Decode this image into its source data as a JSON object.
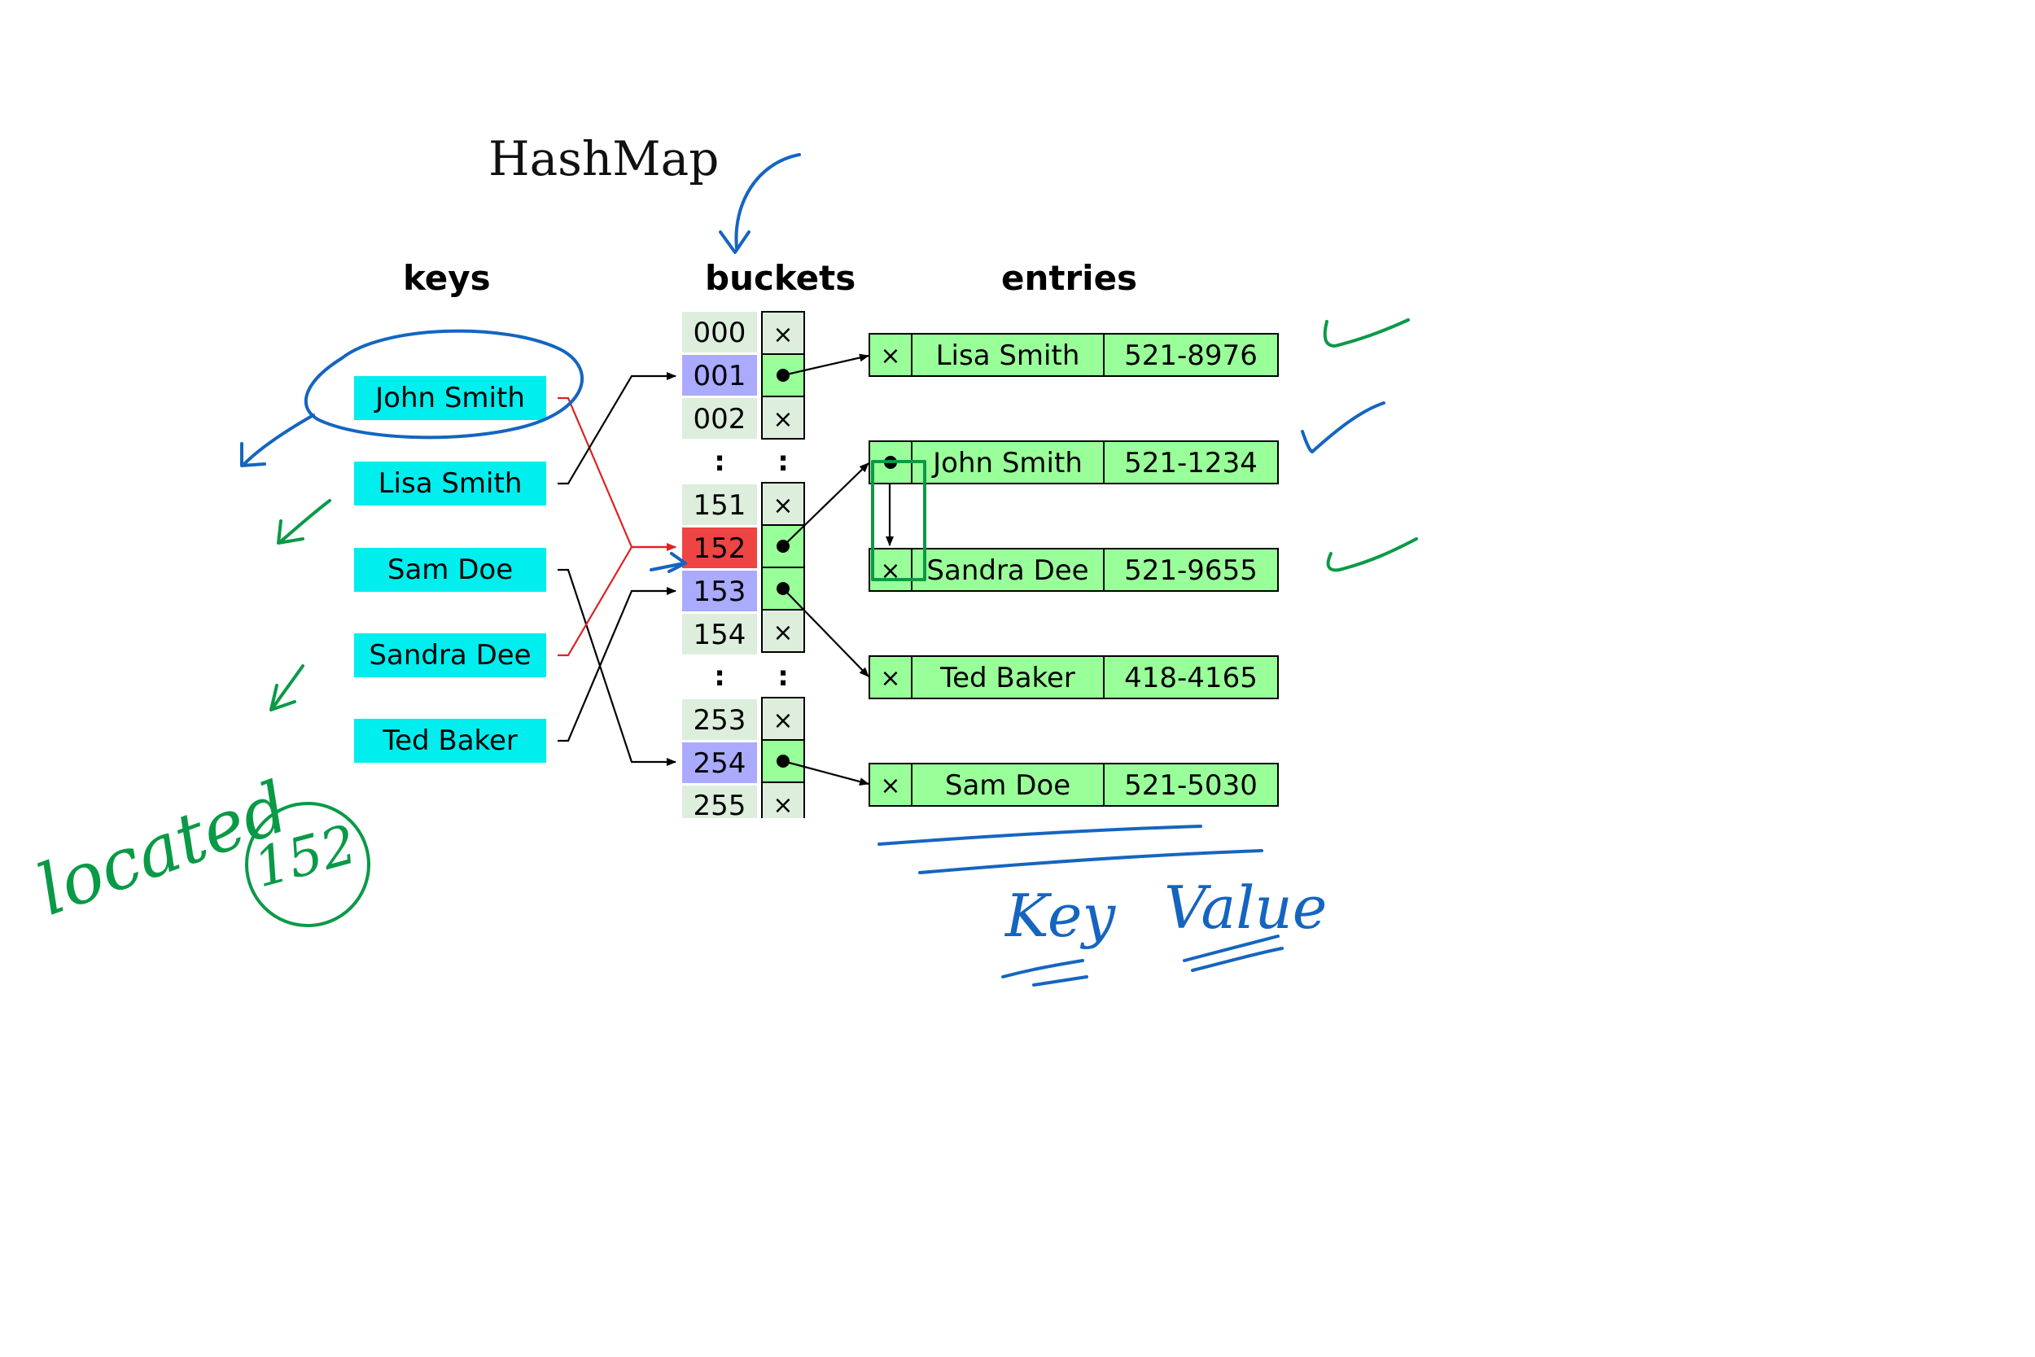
{
  "annotation": {
    "title": "HashMap",
    "key_label": "Key",
    "value_label": "Value",
    "note_word": "located",
    "note_number": "152"
  },
  "headers": {
    "keys": "keys",
    "buckets": "buckets",
    "entries": "entries"
  },
  "keys": [
    "John Smith",
    "Lisa Smith",
    "Sam Doe",
    "Sandra Dee",
    "Ted Baker"
  ],
  "buckets": [
    {
      "index": "000",
      "state": "empty",
      "pointer": "×"
    },
    {
      "index": "001",
      "state": "used",
      "pointer": "•"
    },
    {
      "index": "002",
      "state": "empty",
      "pointer": "×"
    },
    {
      "index": ":",
      "state": "gap",
      "pointer": ":"
    },
    {
      "index": "151",
      "state": "empty",
      "pointer": "×"
    },
    {
      "index": "152",
      "state": "collision",
      "pointer": "•"
    },
    {
      "index": "153",
      "state": "used",
      "pointer": "•"
    },
    {
      "index": "154",
      "state": "empty",
      "pointer": "×"
    },
    {
      "index": ":",
      "state": "gap",
      "pointer": ":"
    },
    {
      "index": "253",
      "state": "empty",
      "pointer": "×"
    },
    {
      "index": "254",
      "state": "used",
      "pointer": "•"
    },
    {
      "index": "255",
      "state": "empty",
      "pointer": "×"
    }
  ],
  "entries": [
    {
      "pointer": "×",
      "name": "Lisa Smith",
      "phone": "521-8976"
    },
    {
      "pointer": "•",
      "name": "John Smith",
      "phone": "521-1234"
    },
    {
      "pointer": "×",
      "name": "Sandra Dee",
      "phone": "521-9655"
    },
    {
      "pointer": "×",
      "name": "Ted Baker",
      "phone": "418-4165"
    },
    {
      "pointer": "×",
      "name": "Sam Doe",
      "phone": "521-5030"
    }
  ],
  "colors": {
    "key_fill": "#00eeee",
    "bucket_empty": "#ddeedd",
    "bucket_used": "#aaaaff",
    "bucket_collision": "#ee4444",
    "pointer_cell": "#ddeedd",
    "entry_fill": "#99ff99",
    "ink_blue": "#1565c0",
    "ink_green": "#0a9a47",
    "collision_link": "#dd2222"
  },
  "icons": {
    "empty_pointer": "x-mark-icon",
    "used_pointer": "dot-icon",
    "check": "checkmark-icon",
    "arrow": "arrow-icon"
  }
}
